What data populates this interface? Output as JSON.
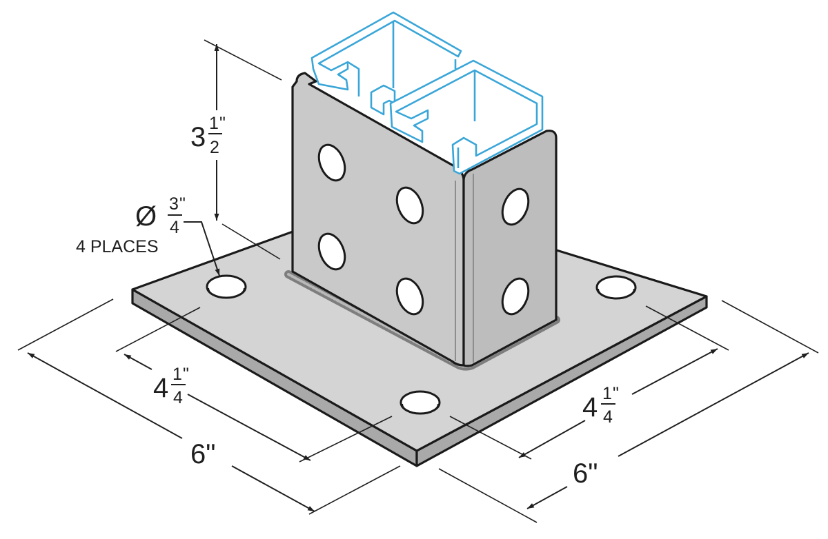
{
  "colors": {
    "steel_top": "#d4d4d4",
    "steel_face": "#c9c9c9",
    "steel_side": "#bdbdbd",
    "plate_edge": "#a9a9a9",
    "outline": "#1a1a1a",
    "channel": "#3aa6d8",
    "weld": "#8a8a8a"
  },
  "dimensions": {
    "height": {
      "whole": "3",
      "num": "1",
      "den": "2",
      "unit": "\""
    },
    "hole_diameter": {
      "symbol": "Ø",
      "num": "3",
      "den": "4",
      "unit": "\"",
      "note": "4 PLACES"
    },
    "left_hole_spacing": {
      "whole": "4",
      "num": "1",
      "den": "4",
      "unit": "\""
    },
    "left_plate_size": {
      "text": "6\""
    },
    "right_hole_spacing": {
      "whole": "4",
      "num": "1",
      "den": "4",
      "unit": "\""
    },
    "right_plate_size": {
      "text": "6\""
    }
  }
}
